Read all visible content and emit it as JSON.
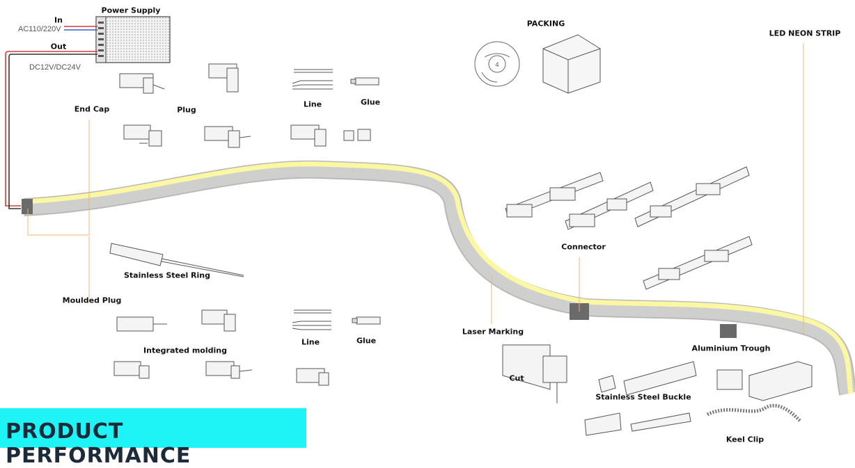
{
  "labels": {
    "power_supply": "Power Supply",
    "in": "In",
    "ac_input": "AC110/220V",
    "out": "Out",
    "dc_output": "DC12V/DC24V",
    "end_cap": "End Cap",
    "plug": "Plug",
    "line_top": "Line",
    "glue_top": "Glue",
    "packing": "PACKING",
    "led_neon_strip": "LED NEON STRIP",
    "connector": "Connector",
    "stainless_steel_ring": "Stainless Steel Ring",
    "moulded_plug": "Moulded Plug",
    "integrated_molding": "Integrated molding",
    "line_bottom": "Line",
    "glue_bottom": "Glue",
    "laser_marking": "Laser Marking",
    "aluminium_trough": "Aluminium Trough",
    "cut": "Cut",
    "stainless_steel_buckle": "Stainless Steel Buckle",
    "keel_clip": "Keel Clip",
    "packing_digit": "4"
  },
  "banner": {
    "title": "PRODUCT PERFORMANCE"
  },
  "colors": {
    "strip_glow": "#fbf7a3",
    "strip_body": "#c9c9c7",
    "leader_line": "#f0b477",
    "wire_red": "#d23a3a",
    "wire_black": "#333333",
    "banner": "#1ef3f5",
    "banner_text": "#1d2a3a"
  }
}
